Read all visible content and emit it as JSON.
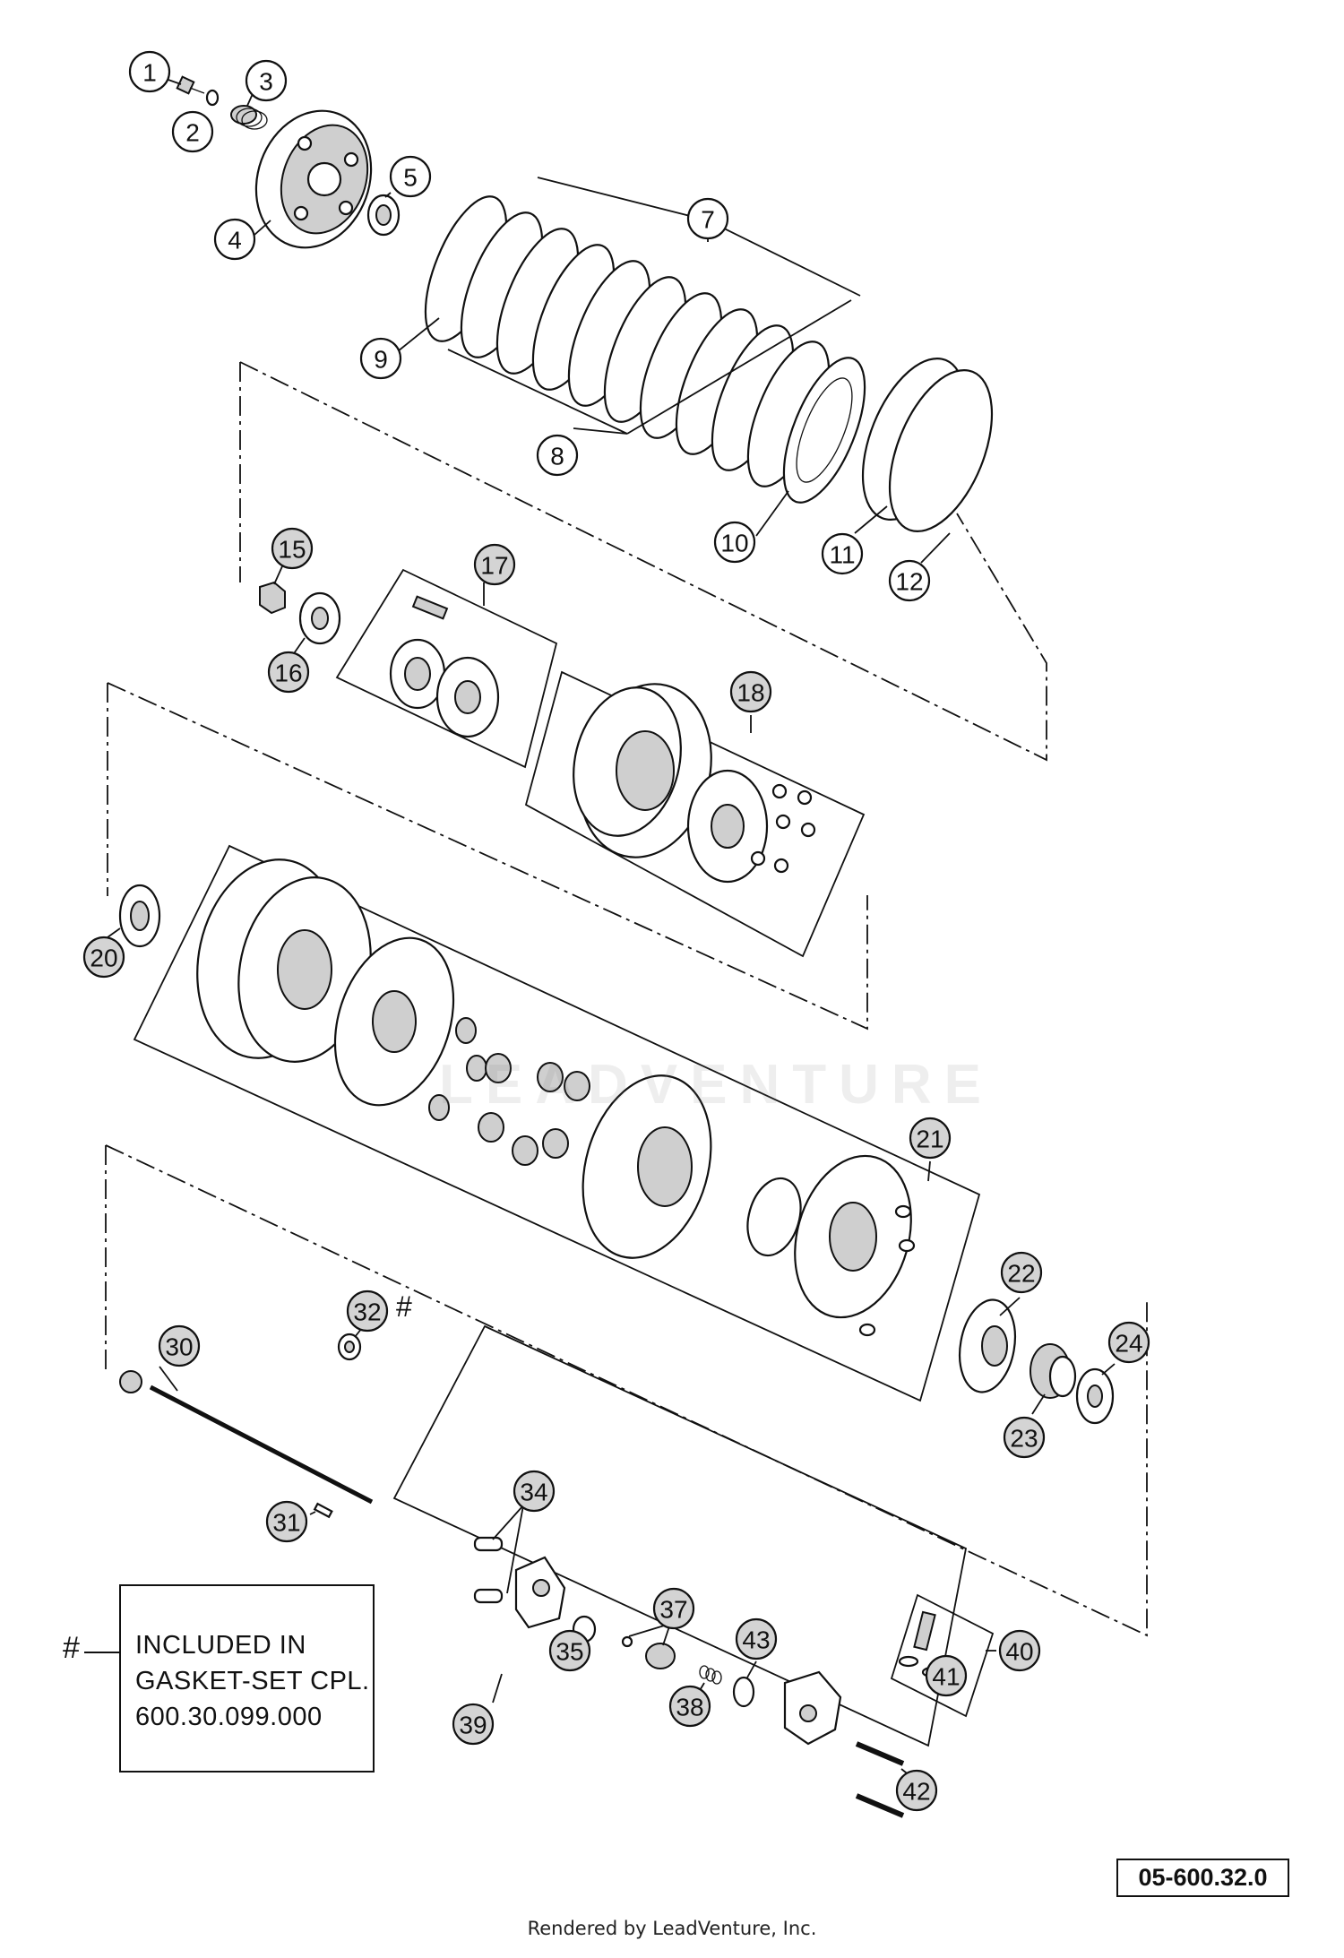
{
  "diagram": {
    "callouts": [
      {
        "n": "1"
      },
      {
        "n": "2"
      },
      {
        "n": "3"
      },
      {
        "n": "4"
      },
      {
        "n": "5"
      },
      {
        "n": "7"
      },
      {
        "n": "8"
      },
      {
        "n": "9"
      },
      {
        "n": "10"
      },
      {
        "n": "11"
      },
      {
        "n": "12"
      },
      {
        "n": "15"
      },
      {
        "n": "16"
      },
      {
        "n": "17"
      },
      {
        "n": "18"
      },
      {
        "n": "20"
      },
      {
        "n": "21"
      },
      {
        "n": "22"
      },
      {
        "n": "23"
      },
      {
        "n": "24"
      },
      {
        "n": "30"
      },
      {
        "n": "31"
      },
      {
        "n": "32"
      },
      {
        "n": "34"
      },
      {
        "n": "35"
      },
      {
        "n": "37"
      },
      {
        "n": "38"
      },
      {
        "n": "39"
      },
      {
        "n": "40"
      },
      {
        "n": "41"
      },
      {
        "n": "42"
      },
      {
        "n": "43"
      }
    ],
    "hash_mark": "#",
    "note": {
      "marker": "#",
      "lines": [
        "INCLUDED IN",
        "GASKET-SET CPL.",
        "600.30.099.000"
      ]
    },
    "drawing_code": "05-600.32.0",
    "footer": "Rendered by LeadVenture, Inc.",
    "watermark": "LEADVENTURE"
  }
}
